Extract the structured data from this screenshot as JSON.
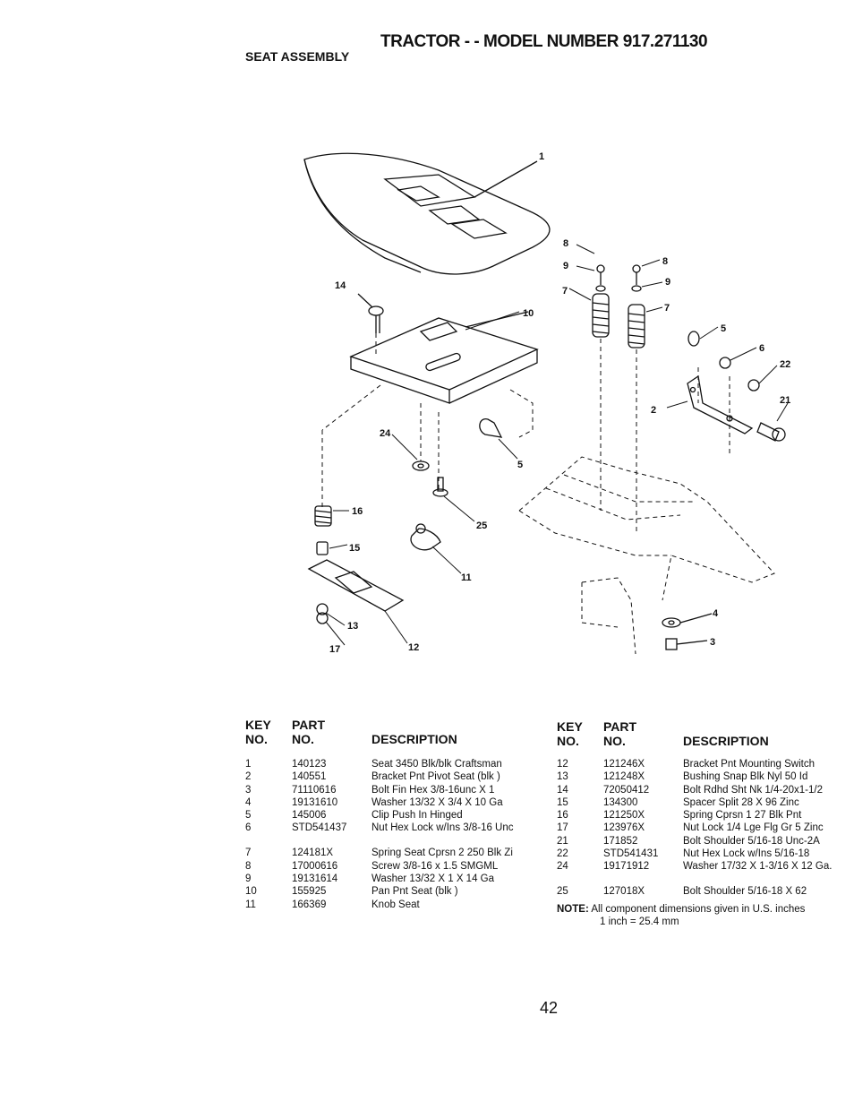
{
  "header": {
    "title": "TRACTOR - - MODEL NUMBER 917.271130",
    "subtitle": "SEAT ASSEMBLY"
  },
  "diagram": {
    "callouts": [
      "1",
      "14",
      "10",
      "8",
      "9",
      "7",
      "8",
      "9",
      "7",
      "5",
      "6",
      "22",
      "2",
      "21",
      "24",
      "5",
      "16",
      "25",
      "15",
      "11",
      "13",
      "17",
      "12",
      "4",
      "3"
    ]
  },
  "table_left": {
    "header_key": [
      "KEY",
      "NO."
    ],
    "header_part": [
      "PART",
      "NO."
    ],
    "header_desc": "DESCRIPTION",
    "rows": [
      {
        "key": "1",
        "part": "140123",
        "desc": "Seat 3450 Blk/blk Craftsman"
      },
      {
        "key": "2",
        "part": "140551",
        "desc": "Bracket Pnt Pivot Seat (blk )"
      },
      {
        "key": "3",
        "part": "71110616",
        "desc": "Bolt Fin Hex 3/8-16unc X 1"
      },
      {
        "key": "4",
        "part": "19131610",
        "desc": "Washer 13/32 X 3/4 X 10 Ga"
      },
      {
        "key": "5",
        "part": "145006",
        "desc": "Clip Push In Hinged"
      },
      {
        "key": "6",
        "part": "STD541437",
        "desc": "Nut Hex Lock w/Ins 3/8-16 Unc"
      },
      {
        "key": "7",
        "part": "124181X",
        "desc": "Spring Seat Cprsn 2 250 Blk Zi"
      },
      {
        "key": "8",
        "part": "17000616",
        "desc": "Screw 3/8-16 x 1.5 SMGML"
      },
      {
        "key": "9",
        "part": "19131614",
        "desc": "Washer 13/32 X 1 X 14 Ga"
      },
      {
        "key": "10",
        "part": "155925",
        "desc": "Pan Pnt Seat (blk )"
      },
      {
        "key": "11",
        "part": "166369",
        "desc": "Knob Seat"
      }
    ]
  },
  "table_right": {
    "header_key": [
      "KEY",
      "NO."
    ],
    "header_part": [
      "PART",
      "NO."
    ],
    "header_desc": "DESCRIPTION",
    "rows": [
      {
        "key": "12",
        "part": "121246X",
        "desc": "Bracket Pnt Mounting Switch"
      },
      {
        "key": "13",
        "part": "121248X",
        "desc": "Bushing Snap Blk Nyl 50 Id"
      },
      {
        "key": "14",
        "part": "72050412",
        "desc": "Bolt Rdhd Sht Nk 1/4-20x1-1/2"
      },
      {
        "key": "15",
        "part": "134300",
        "desc": "Spacer Split 28 X 96 Zinc"
      },
      {
        "key": "16",
        "part": "121250X",
        "desc": "Spring Cprsn 1 27 Blk Pnt"
      },
      {
        "key": "17",
        "part": "123976X",
        "desc": "Nut Lock 1/4 Lge Flg Gr 5 Zinc"
      },
      {
        "key": "21",
        "part": "171852",
        "desc": "Bolt Shoulder 5/16-18 Unc-2A"
      },
      {
        "key": "22",
        "part": "STD541431",
        "desc": "Nut Hex Lock w/Ins 5/16-18"
      },
      {
        "key": "24",
        "part": "19171912",
        "desc": "Washer 17/32 X 1-3/16 X 12 Ga."
      },
      {
        "key": "25",
        "part": "127018X",
        "desc": "Bolt Shoulder 5/16-18 X 62"
      }
    ]
  },
  "note": {
    "label": "NOTE:",
    "text": "All component dimensions given in U.S. inches",
    "line2": "1 inch = 25.4 mm"
  },
  "page_number": "42"
}
